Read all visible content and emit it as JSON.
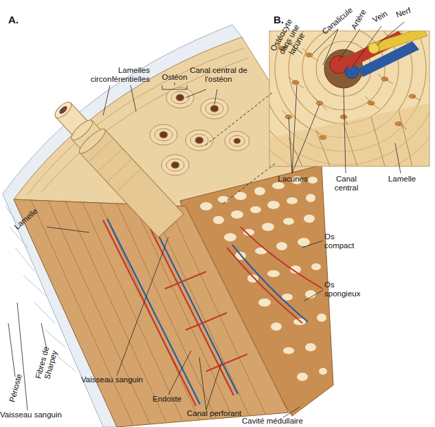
{
  "diagram": {
    "labels": [
      "A.",
      "B.",
      "Ostéocyte dans une lacune",
      "Canalicule",
      "Artère",
      "Vein",
      "Nerf",
      "Lamelles circonférentielles",
      "Ostéon",
      "Canal central de l'ostéon",
      "Lacunes",
      "Canal central",
      "Lamelle",
      "Lamelle",
      "Os compact",
      "Os spongieux",
      "Périoste",
      "Fibres de Sharpey",
      "Vaisseau sanguin",
      "Vaisseau sanguin",
      "Endoste",
      "Canal perforant",
      "Cavité médullaire"
    ]
  }
}
